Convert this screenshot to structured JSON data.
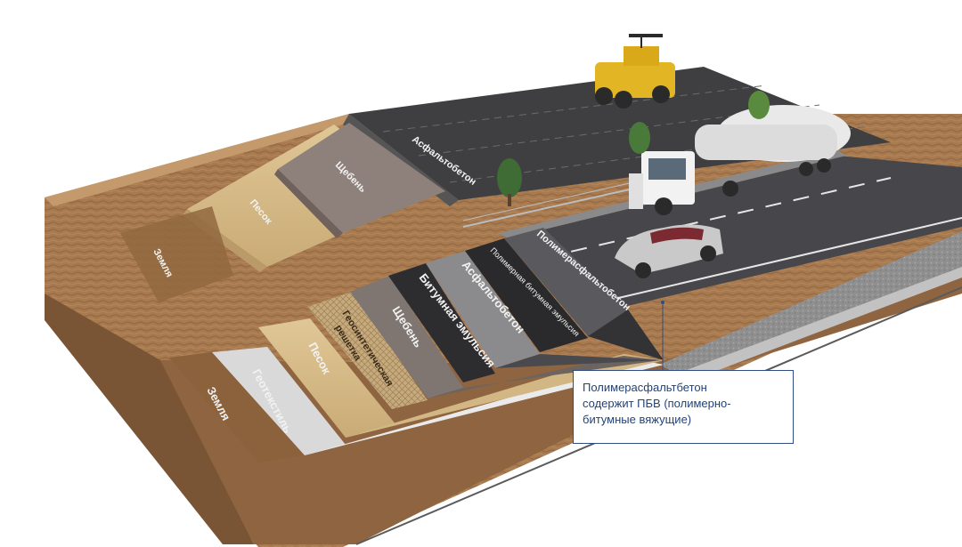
{
  "diagram": {
    "layers_back": {
      "earth": "Земля",
      "sand": "Песок",
      "gravel": "Щебень",
      "asphalt": "Асфальтобетон"
    },
    "layers_front": {
      "earth": "Земля",
      "geotextile": "Геотекстиль",
      "sand": "Песок",
      "geogrid_line1": "Геосинтетическая",
      "geogrid_line2": "решетка",
      "gravel": "Щебень",
      "bitumen_emulsion": "Битумная эмульсия",
      "asphalt": "Асфальтобетон",
      "polymer_emulsion": "Полимерная битумная эмульсия",
      "polymer_asphalt": "Полимерасфальтобетон"
    },
    "callout": {
      "line1": "Полимерасфальтбетон",
      "line2": "содержит ПБВ (полимерно-",
      "line3": "битумные вяжущие)"
    },
    "colors": {
      "accent": "#2f4d83",
      "callout_text": "#23437a",
      "earth": "#a87a4f",
      "sand": "#d6bb8a",
      "asphalt": "#3a3a3c"
    },
    "icons": {
      "roller": "road-roller-icon",
      "truck": "tanker-truck-icon",
      "car": "car-icon",
      "tree": "tree-icon"
    }
  }
}
